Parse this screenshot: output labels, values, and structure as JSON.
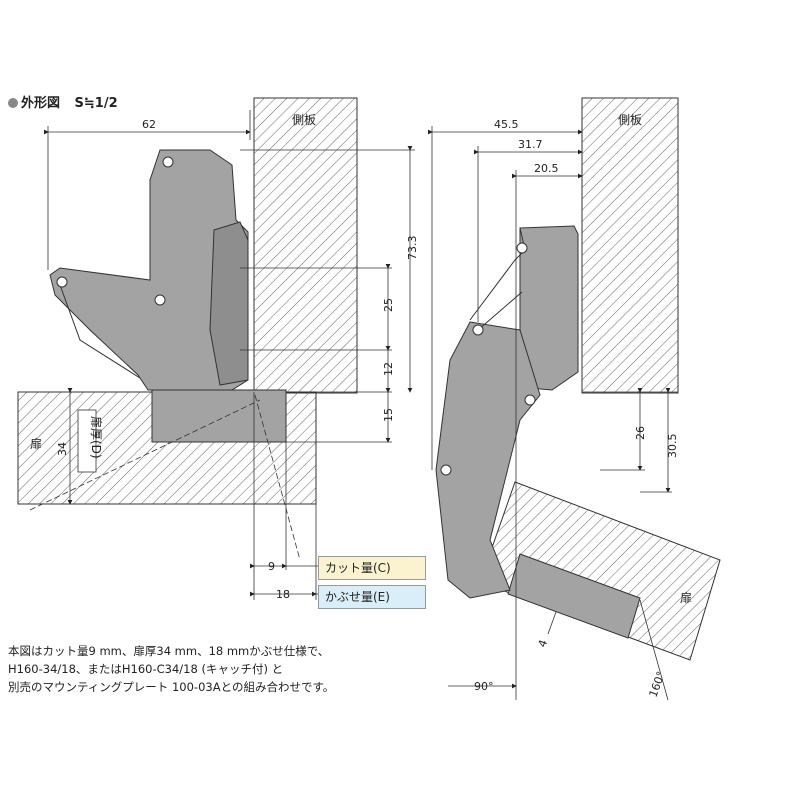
{
  "title": {
    "text": "外形図",
    "scale": "S≒1/2"
  },
  "labels": {
    "side_panel_left": "側板",
    "side_panel_right": "側板",
    "door_left": "扉",
    "door_right": "扉",
    "door_thickness": "扉厚(D)",
    "cut_amount": "カット量(C)",
    "overlay_amount": "かぶせ量(E)"
  },
  "dimensions_left": {
    "width": "62",
    "height": "73.3",
    "hole_pitch": "25",
    "offset": "12",
    "cup_depth": "15",
    "door_thickness": "34",
    "cut": "9",
    "overlay": "18"
  },
  "dimensions_right": {
    "d1": "45.5",
    "d2": "31.7",
    "d3": "20.5",
    "d4": "26",
    "d5": "30.5",
    "d6": "4",
    "angle": "90°",
    "open_angle": "160°"
  },
  "note": {
    "line1": "本図はカット量9 mm、扉厚34 mm、18 mmかぶせ仕様で、",
    "line2": "H160-34/18、またはH160-C34/18 (キャッチ付) と",
    "line3": "別売のマウンティングプレート 100-03Aとの組み合わせです。"
  }
}
